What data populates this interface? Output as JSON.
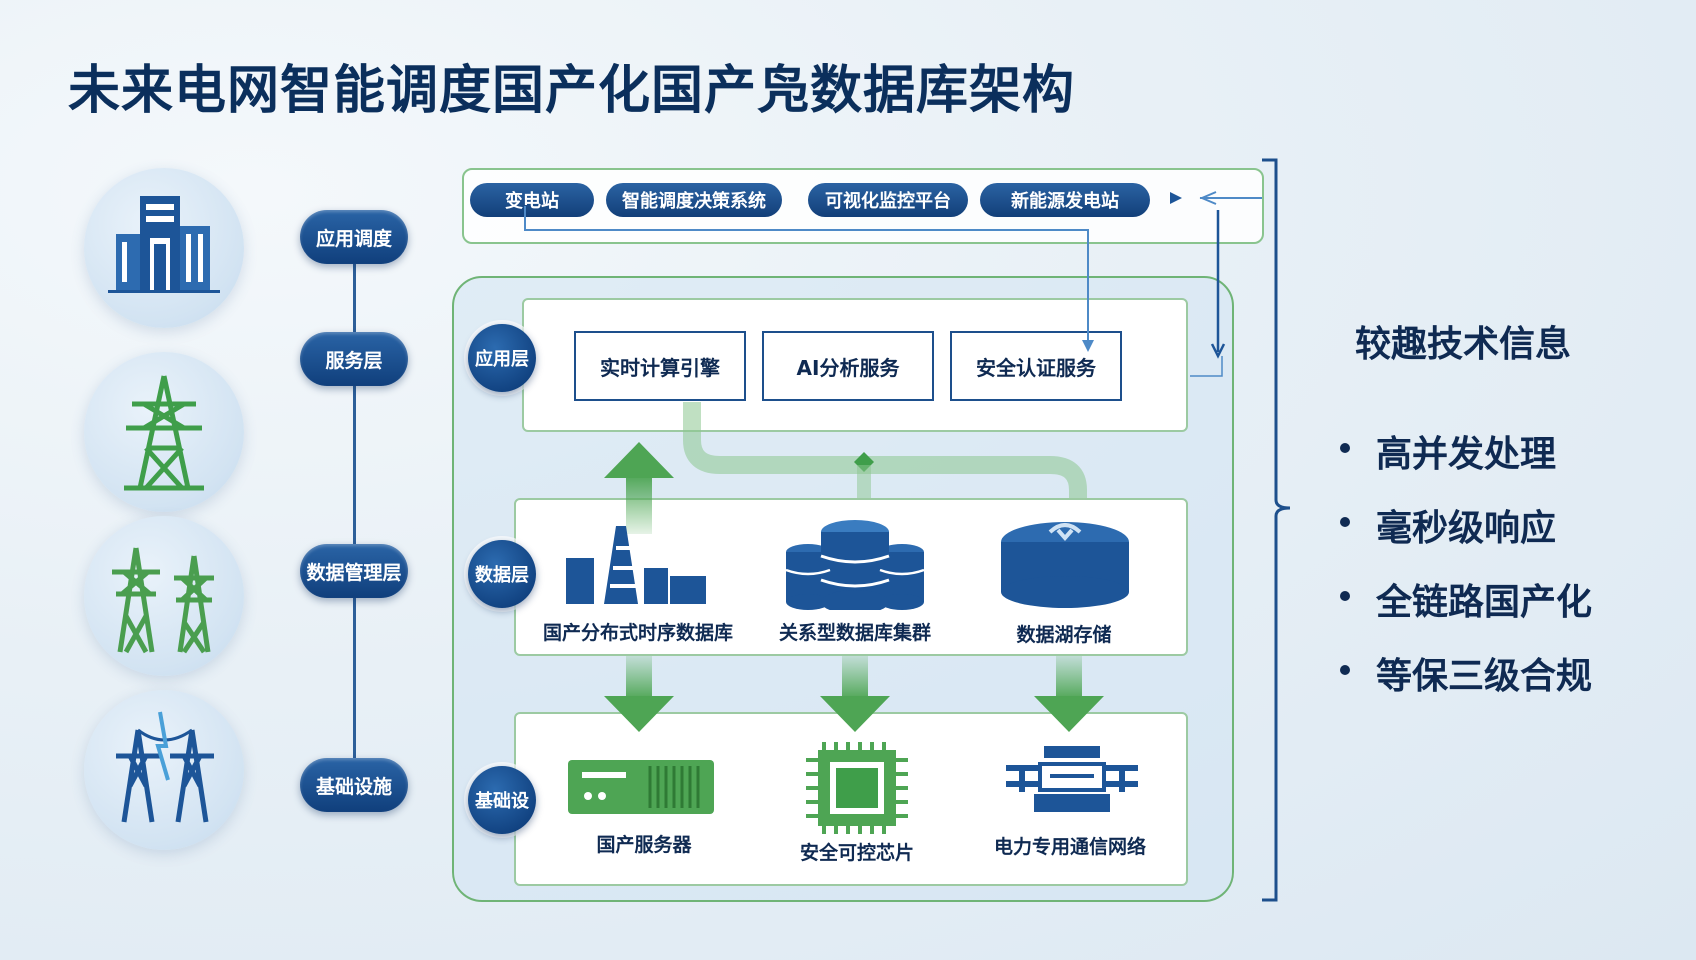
{
  "title": "未来电网智能调度国产化国产凫数据库架构",
  "left_layers": [
    "应用调度",
    "服务层",
    "数据管理层",
    "基础设施"
  ],
  "left_icons": [
    "building-icon",
    "transmission-tower-icon",
    "twin-towers-icon",
    "power-line-icon"
  ],
  "top_chips": [
    "变电站",
    "智能调度决策系统",
    "可视化监控平台",
    "新能源发电站"
  ],
  "layers": {
    "app": {
      "badge": "应用层",
      "services": [
        "实时计算引擎",
        "AI分析服务",
        "安全认证服务"
      ]
    },
    "data": {
      "badge": "数据层",
      "items": [
        "国产分布式时序数据库",
        "关系型数据库集群",
        "数据湖存储"
      ]
    },
    "infra": {
      "badge": "基础设",
      "items": [
        "国产服务器",
        "安全可控芯片",
        "电力专用通信网络"
      ]
    }
  },
  "right_panel": {
    "title": "较趣技术信息",
    "bullets": [
      "高并发处理",
      "毫秒级响应",
      "全链路国产化",
      "等保三级合规"
    ]
  },
  "colors": {
    "navy": "#0f2a52",
    "blue": "#1d5598",
    "green": "#5aae5f",
    "light_green": "#9ccaa2"
  }
}
